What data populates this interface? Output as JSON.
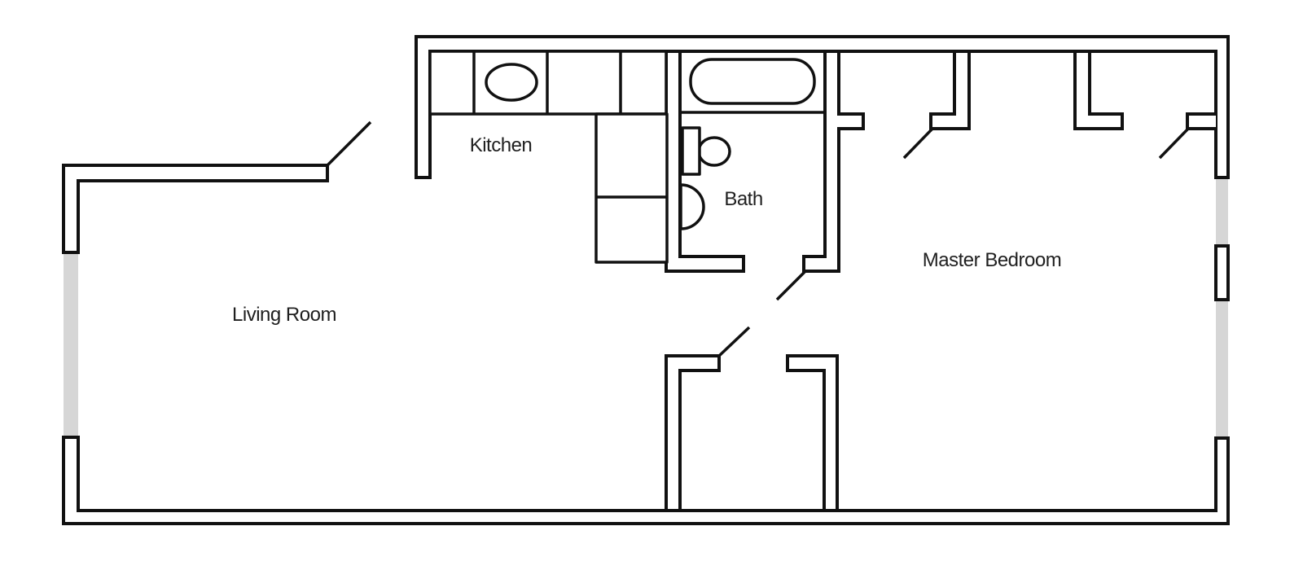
{
  "plan": {
    "rooms": {
      "living_room": {
        "label": "Living Room"
      },
      "kitchen": {
        "label": "Kitchen"
      },
      "bath": {
        "label": "Bath"
      },
      "master_bedroom": {
        "label": "Master Bedroom"
      }
    },
    "colors": {
      "wall_line": "#111111",
      "window_fill": "#d6d6d6",
      "label_text": "#1f1f1f",
      "background": "#ffffff"
    }
  }
}
